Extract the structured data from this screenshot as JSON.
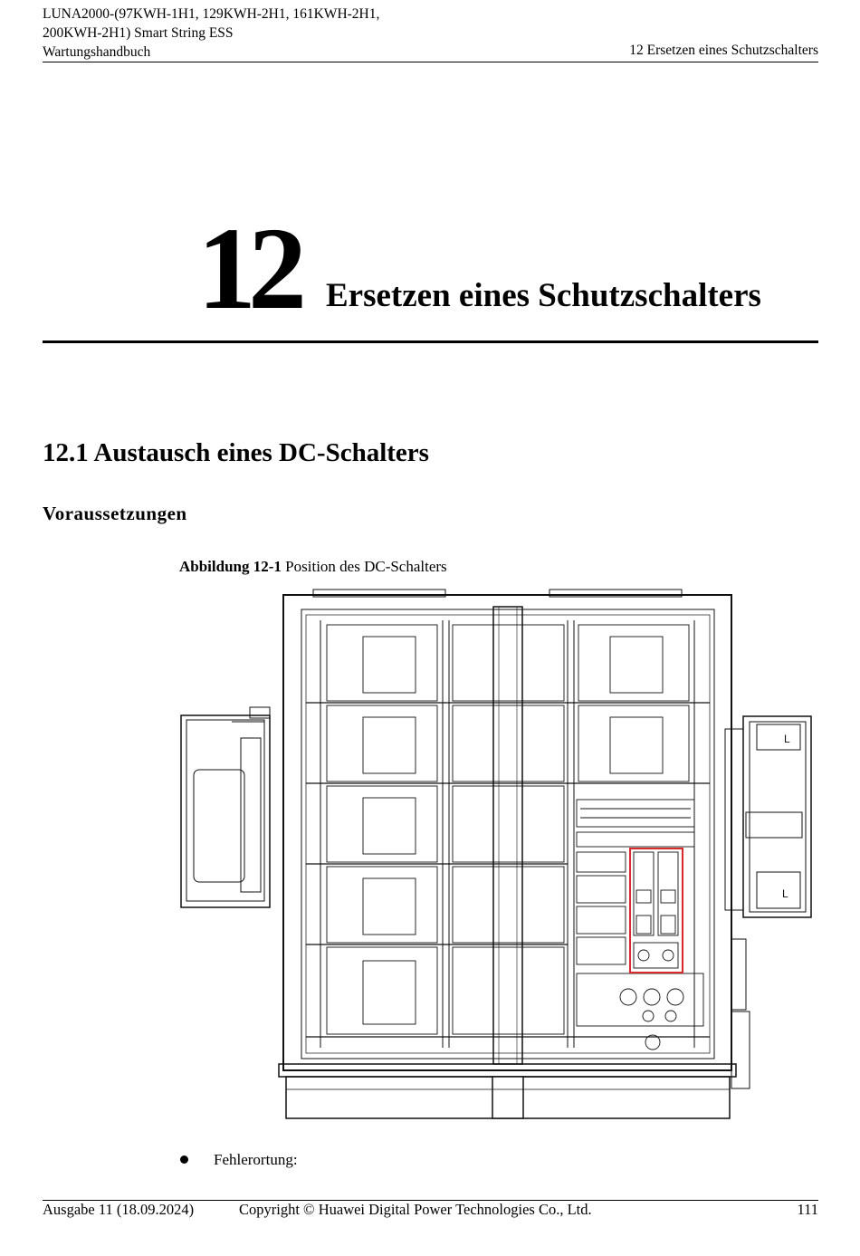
{
  "header": {
    "title_lines": [
      "LUNA2000-(97KWH-1H1, 129KWH-2H1, 161KWH-2H1,",
      "200KWH-2H1) Smart String ESS",
      "Wartungshandbuch"
    ],
    "section_ref": "12 Ersetzen eines Schutzschalters"
  },
  "chapter": {
    "number": "12",
    "title": "Ersetzen eines Schutzschalters"
  },
  "section": {
    "title": "12.1 Austausch eines DC-Schalters",
    "subheading": "Voraussetzungen"
  },
  "figure": {
    "label": "Abbildung 12-1",
    "caption": " Position des DC-Schalters",
    "highlight_color": "#d92b2b",
    "panel_labels": [
      "L",
      "L"
    ]
  },
  "bullets": [
    "Fehlerortung:"
  ],
  "footer": {
    "edition": "Ausgabe 11 (18.09.2024)",
    "copyright": "Copyright © Huawei Digital Power Technologies Co., Ltd.",
    "page_number": "111"
  }
}
